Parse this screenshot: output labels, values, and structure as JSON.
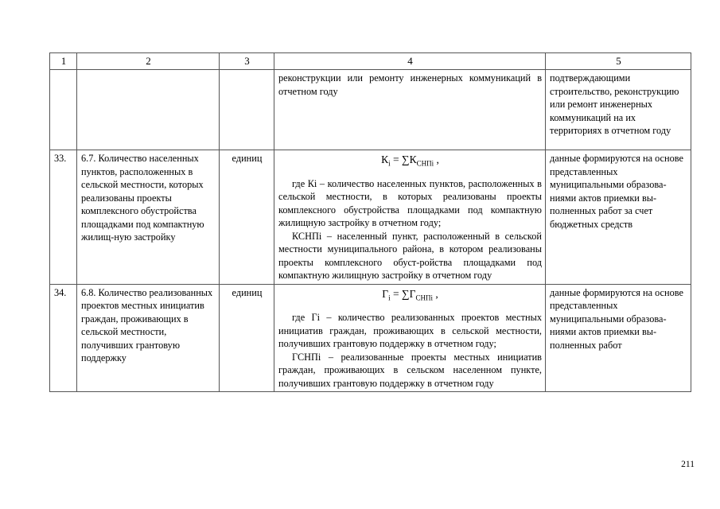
{
  "document": {
    "page_number": "211",
    "table": {
      "column_headers": [
        "1",
        "2",
        "3",
        "4",
        "5"
      ],
      "rows": [
        {
          "name": "continuation-row",
          "num": "",
          "indicator": "",
          "unit": "",
          "formula_title": "",
          "formula_paragraphs": [
            "реконструкции или ремонту инженерных коммуникаций в отчетном году"
          ],
          "source": "подтверждающими строительство, реконструкцию или ремонт инженерных коммуникаций на их территориях в отчетном году"
        },
        {
          "name": "row-33",
          "num": "33.",
          "indicator": "6.7. Количество населенных пунктов, расположенных в сельской местности, которых реализованы проекты комплексного обустройства площадками под компактную жилищ-ную застройку",
          "unit": "единиц",
          "formula_title": "Кi = ∑КСНПi ,",
          "formula_main_symbol": "К",
          "formula_main_sub": "i",
          "formula_sum_symbol": "∑К",
          "formula_sum_sub": "СНПi",
          "formula_paragraphs": [
            "где Кi – количество населенных пунктов, расположенных в сельской местности, в которых реализованы проекты комплексного обустройства площадками под компактную жилищную застройку в отчетном году;",
            "КСНПi – населенный пункт, расположенный в сельской местности муниципального района, в котором реализованы проекты комплексного обуст-ройства площадками под компактную жилищную застройку в отчетном году"
          ],
          "source": "данные формируются на основе представленных муниципальными образова-ниями актов приемки вы-полненных работ за счет бюджетных средств"
        },
        {
          "name": "row-34",
          "num": "34.",
          "indicator": "6.8. Количество реализованных проектов местных инициатив граждан, проживающих в сельской местности, получивших грантовую поддержку",
          "unit": "единиц",
          "formula_title": "Гi = ∑ГСНПi ,",
          "formula_main_symbol": "Г",
          "formula_main_sub": "i",
          "formula_sum_symbol": "∑Г",
          "formula_sum_sub": "СНПi",
          "formula_paragraphs": [
            "где Гi – количество реализованных проектов местных инициатив граждан, проживающих в сельской местности, получивших грантовую поддержку в отчетном году;",
            "ГСНПi – реализованные проекты местных инициатив граждан, проживающих в сельском населенном пункте, получивших грантовую поддержку в отчетном году"
          ],
          "source": "данные формируются на основе представленных муниципальными образова-ниями актов приемки вы-полненных работ"
        }
      ]
    }
  }
}
